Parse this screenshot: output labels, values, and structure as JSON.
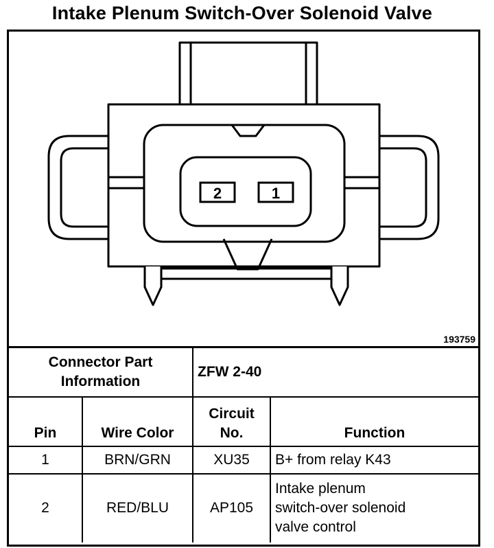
{
  "title": "Intake Plenum Switch-Over Solenoid Valve",
  "diagram": {
    "id": "193759",
    "pins": [
      "2",
      "1"
    ]
  },
  "connector": {
    "label_line1": "Connector Part",
    "label_line2": "Information",
    "part_number": "ZFW 2-40"
  },
  "columns": {
    "pin": "Pin",
    "wire_color": "Wire Color",
    "circuit_line1": "Circuit",
    "circuit_line2": "No.",
    "function": "Function"
  },
  "rows": [
    {
      "pin": "1",
      "wire_color": "BRN/GRN",
      "circuit": "XU35",
      "function_lines": [
        "B+ from relay K43"
      ]
    },
    {
      "pin": "2",
      "wire_color": "RED/BLU",
      "circuit": "AP105",
      "function_lines": [
        "Intake plenum",
        "switch-over solenoid",
        "valve control"
      ]
    }
  ]
}
